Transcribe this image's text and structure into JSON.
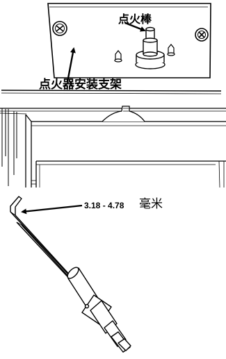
{
  "labels": {
    "igniter": "点火棒",
    "bracket": "点火器安装支架",
    "gap_value": "3.18 - 4.78",
    "gap_unit": "毫米"
  },
  "colors": {
    "line": "#000000",
    "background": "#ffffff"
  },
  "icons": {
    "screw_left": "phillips-screw-icon",
    "screw_right": "phillips-screw-icon"
  }
}
